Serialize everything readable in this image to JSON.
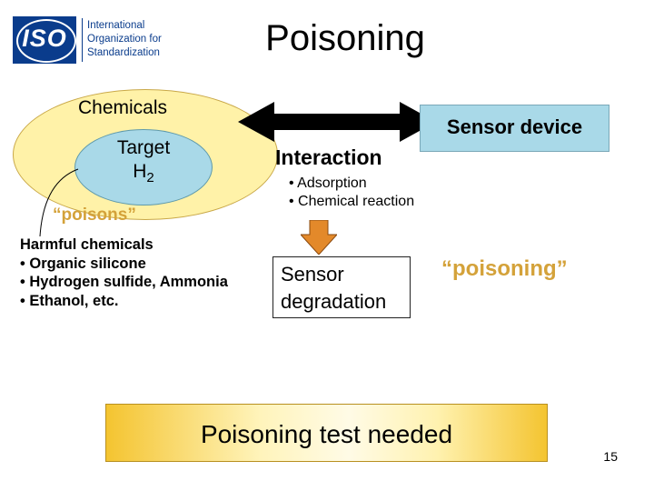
{
  "logo": {
    "mark": "ISO",
    "lines": [
      "International",
      "Organization for",
      "Standardization"
    ]
  },
  "slide": {
    "title": "Poisoning",
    "page_number": "15"
  },
  "chemicals": {
    "label": "Chemicals",
    "target": {
      "line1": "Target",
      "species": "H",
      "subscript": "2"
    },
    "poisons_label": "“poisons”",
    "harmful_heading": "Harmful chemicals",
    "harmful_items": [
      "Organic silicone",
      "Hydrogen sulfide, Ammonia",
      "Ethanol, etc."
    ]
  },
  "interaction": {
    "label": "Interaction",
    "items": [
      "Adsorption",
      "Chemical reaction"
    ]
  },
  "sensor_device": {
    "label": "Sensor device"
  },
  "degradation": {
    "line1": "Sensor",
    "line2": "degradation"
  },
  "poisoning_quote": "“poisoning”",
  "test_needed": "Poisoning test needed",
  "colors": {
    "chemicals_fill": "#fff2a8",
    "target_fill": "#a9d9e8",
    "accent_gold": "#d4a23a",
    "arrow_orange": "#e3892a",
    "iso_blue": "#0a3c8c"
  }
}
